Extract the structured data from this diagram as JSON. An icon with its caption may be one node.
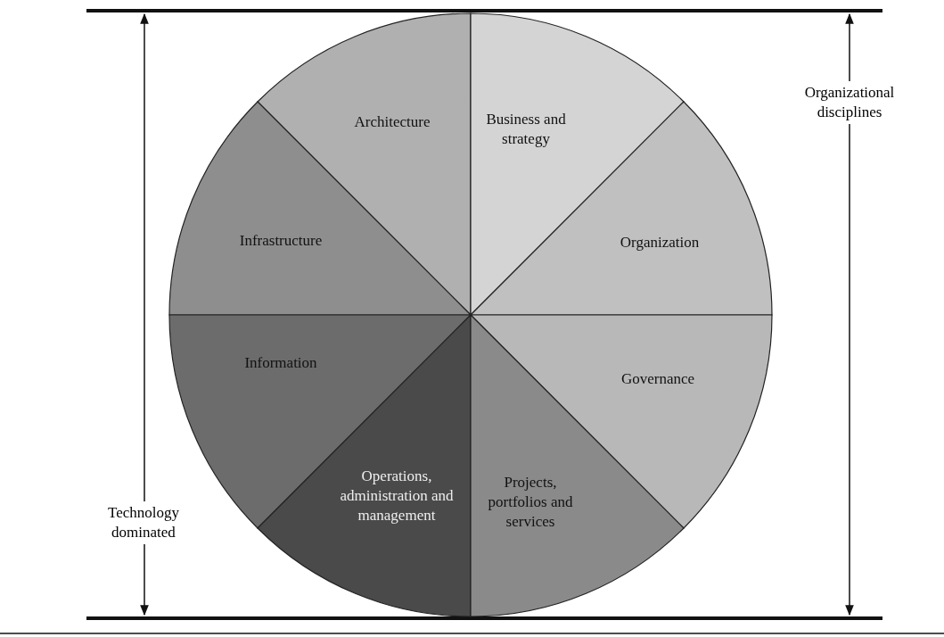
{
  "diagram": {
    "nodes": [
      {
        "text": [
          "Architecture"
        ]
      },
      {
        "text": [
          "Business and strategy"
        ]
      },
      {
        "text": [
          "Infrastructure"
        ]
      },
      {
        "text": [
          "Organization"
        ]
      },
      {
        "text": [
          "Information"
        ]
      },
      {
        "text": [
          "Governance"
        ]
      },
      {
        "text": [
          "Operations, administration and management"
        ]
      },
      {
        "text": [
          "Projects, portfolios and services"
        ]
      }
    ],
    "labels": [
      "Organizational disciplines",
      "Technology dominated"
    ]
  }
}
